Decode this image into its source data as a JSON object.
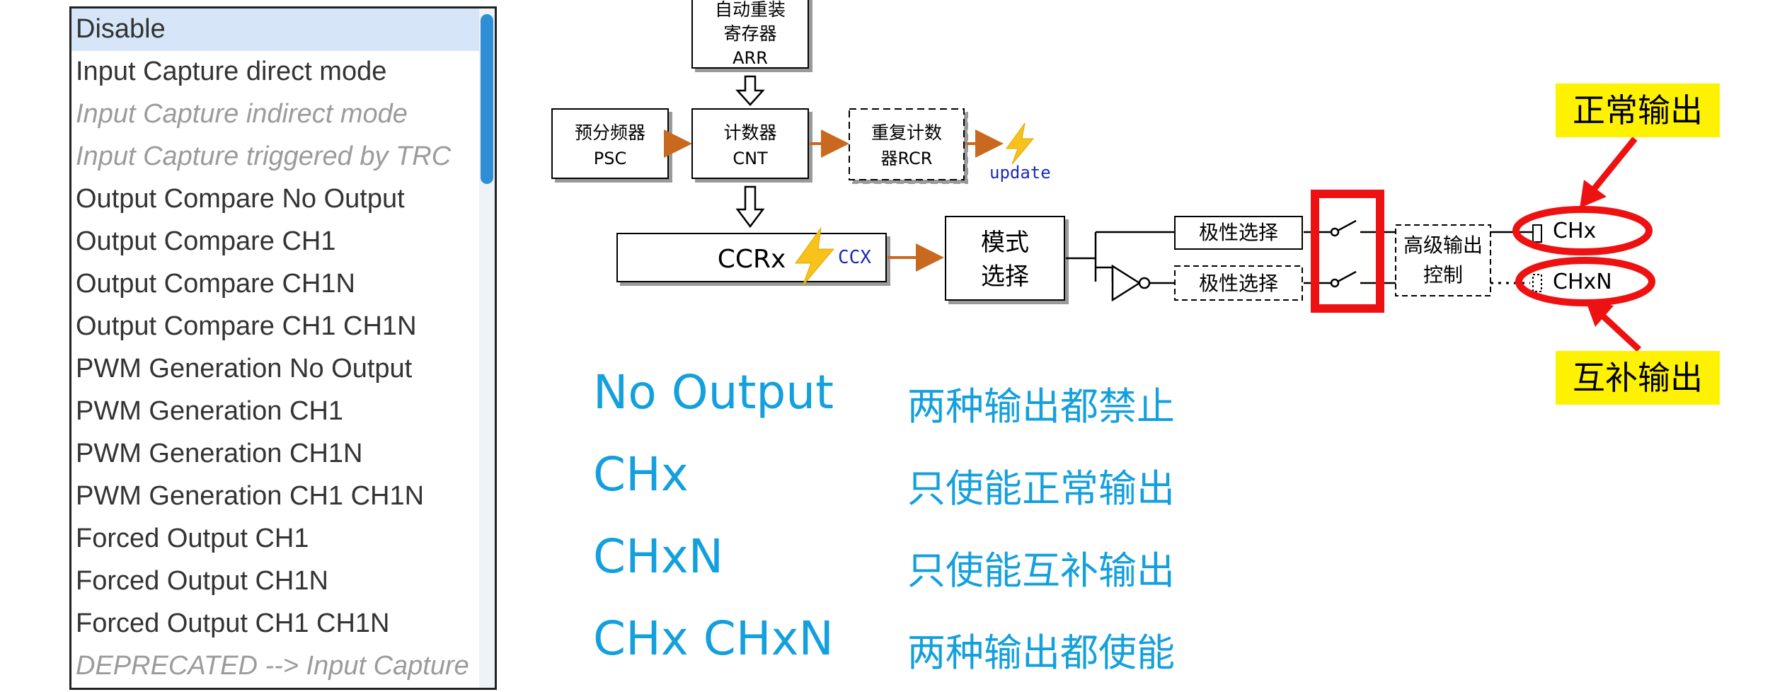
{
  "list": {
    "items": [
      {
        "label": "Disable",
        "state": "selected"
      },
      {
        "label": "Input Capture direct mode",
        "state": "normal"
      },
      {
        "label": "Input Capture indirect mode",
        "state": "disabled"
      },
      {
        "label": "Input Capture triggered by TRC",
        "state": "disabled"
      },
      {
        "label": "Output Compare No Output",
        "state": "normal"
      },
      {
        "label": "Output Compare CH1",
        "state": "normal"
      },
      {
        "label": "Output Compare CH1N",
        "state": "normal"
      },
      {
        "label": "Output Compare CH1 CH1N",
        "state": "normal"
      },
      {
        "label": "PWM Generation No Output",
        "state": "normal"
      },
      {
        "label": "PWM Generation CH1",
        "state": "normal"
      },
      {
        "label": "PWM Generation CH1N",
        "state": "normal"
      },
      {
        "label": "PWM Generation CH1 CH1N",
        "state": "normal"
      },
      {
        "label": "Forced Output CH1",
        "state": "normal"
      },
      {
        "label": "Forced Output CH1N",
        "state": "normal"
      },
      {
        "label": "Forced Output CH1 CH1N",
        "state": "normal"
      },
      {
        "label": "DEPRECATED --> Input Capture",
        "state": "disabled"
      }
    ]
  },
  "diagram": {
    "arr": {
      "line1": "自动重装",
      "line2": "寄存器",
      "line3": "ARR"
    },
    "psc": {
      "line1": "预分频器",
      "line2": "PSC"
    },
    "cnt": {
      "line1": "计数器",
      "line2": "CNT"
    },
    "rcr": {
      "line1": "重复计数",
      "line2": "器RCR"
    },
    "update_label": "update",
    "ccr_label": "CCRx",
    "ccx_label": "CCX",
    "mode": {
      "line1": "模式",
      "line2": "选择"
    },
    "polarity_top": "极性选择",
    "polarity_bottom": "极性选择",
    "adv": {
      "line1": "高级输出",
      "line2": "控制"
    },
    "chx": "CHx",
    "chxn": "CHxN",
    "tag_normal": "正常输出",
    "tag_complement": "互补输出"
  },
  "legend": [
    {
      "mode": "No Output",
      "desc": "两种输出都禁止"
    },
    {
      "mode": "CHx",
      "desc": "只使能正常输出"
    },
    {
      "mode": "CHxN",
      "desc": "只使能互补输出"
    },
    {
      "mode": "CHx CHxN",
      "desc": "两种输出都使能"
    }
  ],
  "colors": {
    "legend_text": "#13a0dc",
    "arrow": "#c8691f",
    "highlight_red": "#ee1111",
    "tag_yellow": "#fff200",
    "lightning": "#f8c21a",
    "list_selected": "#d6e6f8",
    "scroll_thumb": "#2f8fd6"
  }
}
